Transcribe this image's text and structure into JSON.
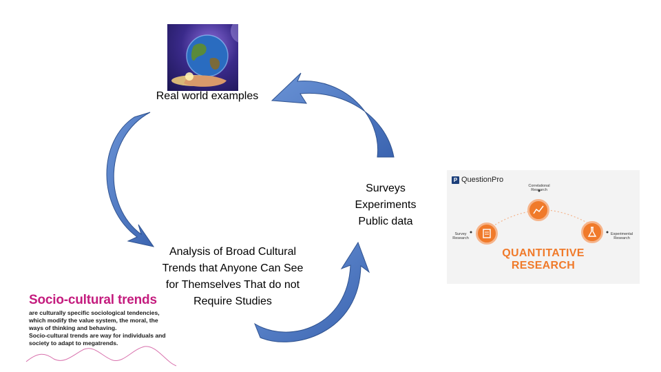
{
  "labels": {
    "real_world": "Real world examples",
    "analysis_lines": [
      "Analysis of Broad Cultural",
      "Trends that Anyone Can See",
      "for Themselves That do not",
      "Require Studies"
    ],
    "research_lines": [
      "Surveys",
      "Experiments",
      "Public data"
    ]
  },
  "questionpro": {
    "brand": "QuestionPro",
    "logo_letter": "P",
    "correlational": [
      "Correlational",
      "Research"
    ],
    "survey": [
      "Survey",
      "Research"
    ],
    "experimental": [
      "Experimental",
      "Research"
    ],
    "title_lines": [
      "QUANTITATIVE",
      "RESEARCH"
    ]
  },
  "socio": {
    "title": "Socio-cultural trends",
    "body_lines": [
      "are culturally specific sociological tendencies,",
      "which modify the value system, the moral, the",
      "ways of thinking and behaving.",
      "Socio-cultural trends are way for individuals and",
      "society to adapt to megatrends."
    ]
  },
  "colors": {
    "arrow_fill": "#4472c4",
    "arrow_stroke": "#2f528f",
    "accent_orange": "#f07a2a",
    "socio_magenta": "#c41c7e"
  }
}
